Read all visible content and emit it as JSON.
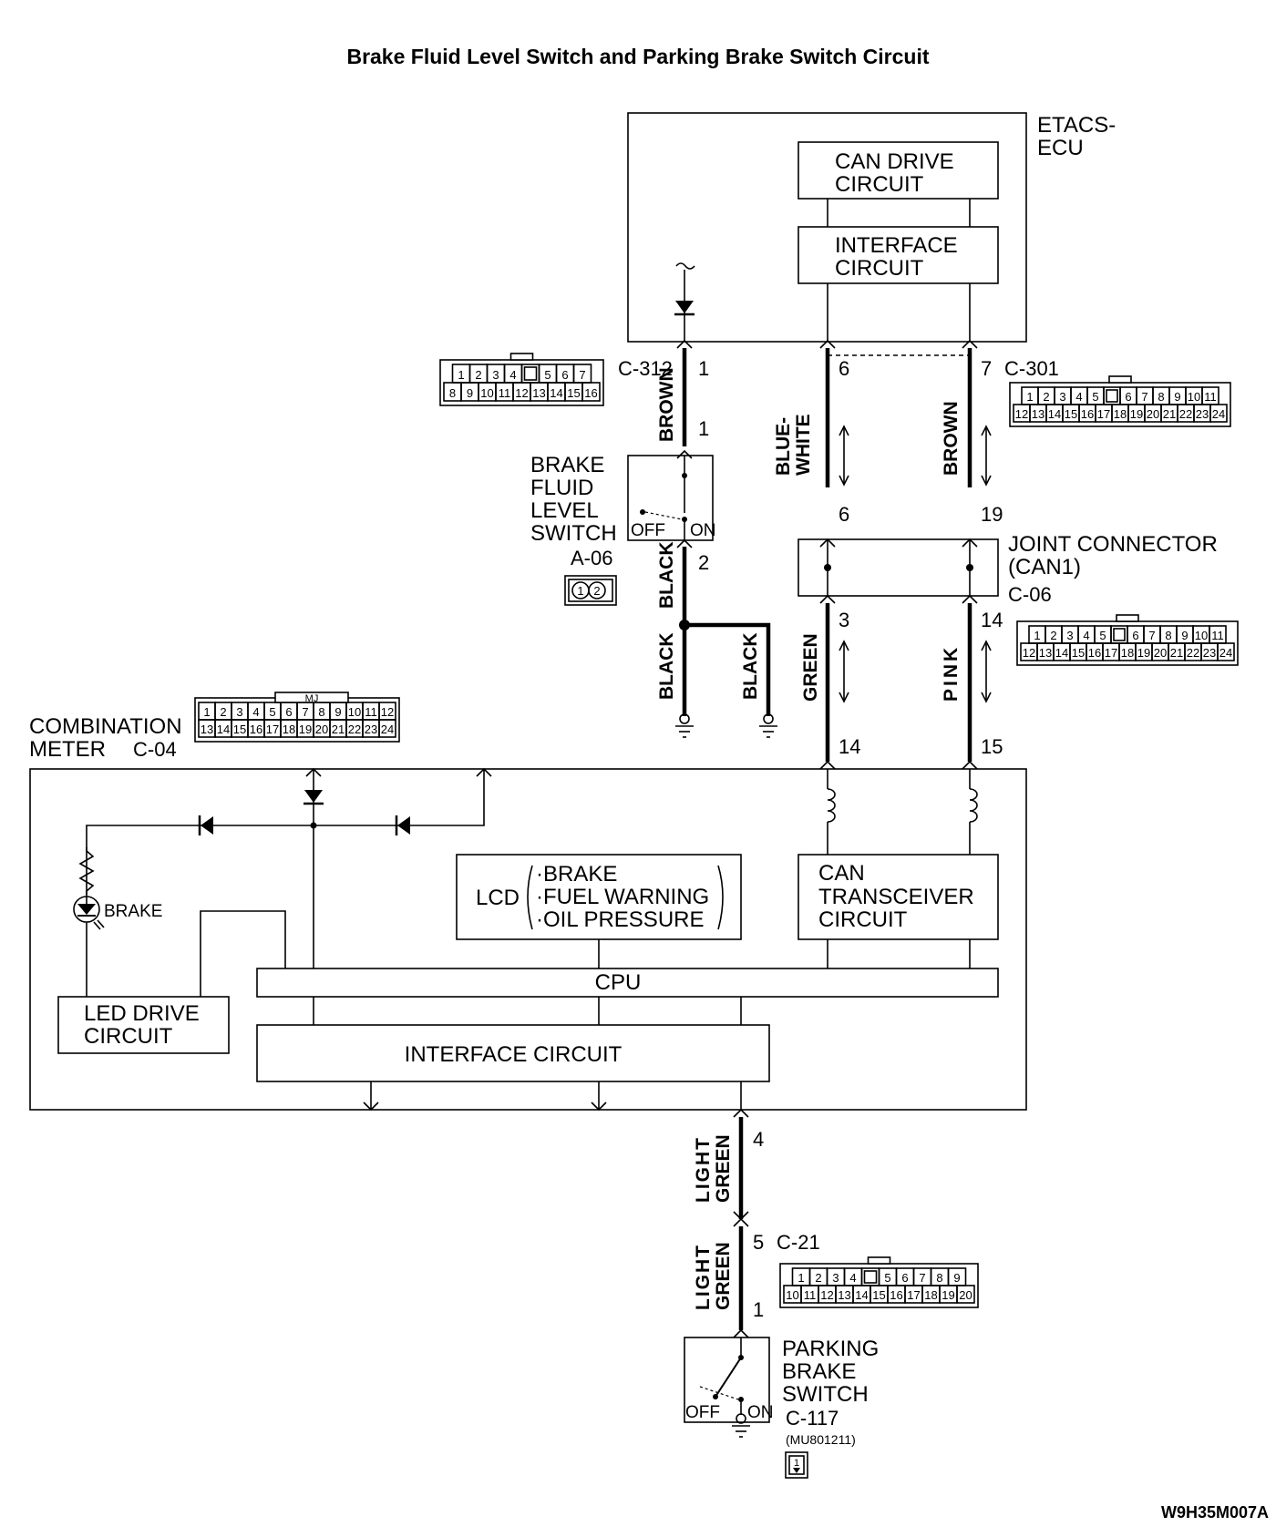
{
  "title": "Brake Fluid Level Switch and Parking Brake Switch Circuit",
  "figure_code": "W9H35M007A",
  "etacs": {
    "label_line1": "ETACS-",
    "label_line2": "ECU",
    "can_drive_line1": "CAN DRIVE",
    "can_drive_line2": "CIRCUIT",
    "interface_line1": "INTERFACE",
    "interface_line2": "CIRCUIT",
    "connector_left": "C-312",
    "connector_right": "C-301",
    "pin_1": "1",
    "pin_6": "6",
    "pin_7": "7"
  },
  "wires": {
    "brown_top": "BROWN",
    "blue_white_1": "BLUE-",
    "blue_white_2": "WHITE",
    "brown_right": "BROWN",
    "black_1": "BLACK",
    "black_2": "BLACK",
    "black_3": "BLACK",
    "green": "GREEN",
    "pink": "PINK",
    "light_green_1a": "LIGHT",
    "light_green_1b": "GREEN",
    "light_green_2a": "LIGHT",
    "light_green_2b": "GREEN"
  },
  "brake_fluid_switch": {
    "line1": "BRAKE",
    "line2": "FLUID",
    "line3": "LEVEL",
    "line4": "SWITCH",
    "connector": "A-06",
    "off": "OFF",
    "on": "ON",
    "pin_top": "1",
    "pin_bottom": "2"
  },
  "joint_connector": {
    "line1": "JOINT CONNECTOR",
    "line2": "(CAN1)",
    "connector": "C-06",
    "pin_6": "6",
    "pin_19": "19",
    "pin_3": "3",
    "pin_14": "14"
  },
  "combination_meter": {
    "line1": "COMBINATION",
    "line2": "METER",
    "connector": "C-04",
    "mj": "MJ",
    "pin_14": "14",
    "pin_15": "15",
    "brake_lamp": "BRAKE",
    "lcd": "LCD",
    "lcd_items": [
      "·BRAKE",
      "·FUEL WARNING",
      "·OIL PRESSURE"
    ],
    "can_line1": "CAN",
    "can_line2": "TRANSCEIVER",
    "can_line3": "CIRCUIT",
    "cpu": "CPU",
    "led_line1": "LED DRIVE",
    "led_line2": "CIRCUIT",
    "interface": "INTERFACE CIRCUIT",
    "pin_4": "4"
  },
  "c21": {
    "connector": "C-21",
    "pin_5": "5",
    "pin_1": "1"
  },
  "parking_brake_switch": {
    "line1": "PARKING",
    "line2": "BRAKE",
    "line3": "SWITCH",
    "connector": "C-117",
    "part_no": "(MU801211)",
    "off": "OFF",
    "on": "ON",
    "pin": "1"
  },
  "connector_faces": {
    "c312": {
      "row1": [
        "1",
        "2",
        "3",
        "4",
        "",
        "5",
        "6",
        "7"
      ],
      "row2": [
        "8",
        "9",
        "10",
        "11",
        "12",
        "13",
        "14",
        "15",
        "16"
      ]
    },
    "c301": {
      "row1": [
        "1",
        "2",
        "3",
        "4",
        "5",
        "",
        "6",
        "7",
        "8",
        "9",
        "10",
        "11"
      ],
      "row2": [
        "12",
        "13",
        "14",
        "15",
        "16",
        "17",
        "18",
        "19",
        "20",
        "21",
        "22",
        "23",
        "24"
      ]
    },
    "c06": {
      "row1": [
        "1",
        "2",
        "3",
        "4",
        "5",
        "",
        "6",
        "7",
        "8",
        "9",
        "10",
        "11"
      ],
      "row2": [
        "12",
        "13",
        "14",
        "15",
        "16",
        "17",
        "18",
        "19",
        "20",
        "21",
        "22",
        "23",
        "24"
      ]
    },
    "c04": {
      "row1": [
        "1",
        "2",
        "3",
        "4",
        "5",
        "6",
        "7",
        "8",
        "9",
        "10",
        "11",
        "12"
      ],
      "row2": [
        "13",
        "14",
        "15",
        "16",
        "17",
        "18",
        "19",
        "20",
        "21",
        "22",
        "23",
        "24"
      ]
    },
    "c21": {
      "row1": [
        "1",
        "2",
        "3",
        "4",
        "",
        "5",
        "6",
        "7",
        "8",
        "9"
      ],
      "row2": [
        "10",
        "11",
        "12",
        "13",
        "14",
        "15",
        "16",
        "17",
        "18",
        "19",
        "20"
      ]
    },
    "a06": [
      "1",
      "2"
    ],
    "c117": [
      "1"
    ]
  }
}
